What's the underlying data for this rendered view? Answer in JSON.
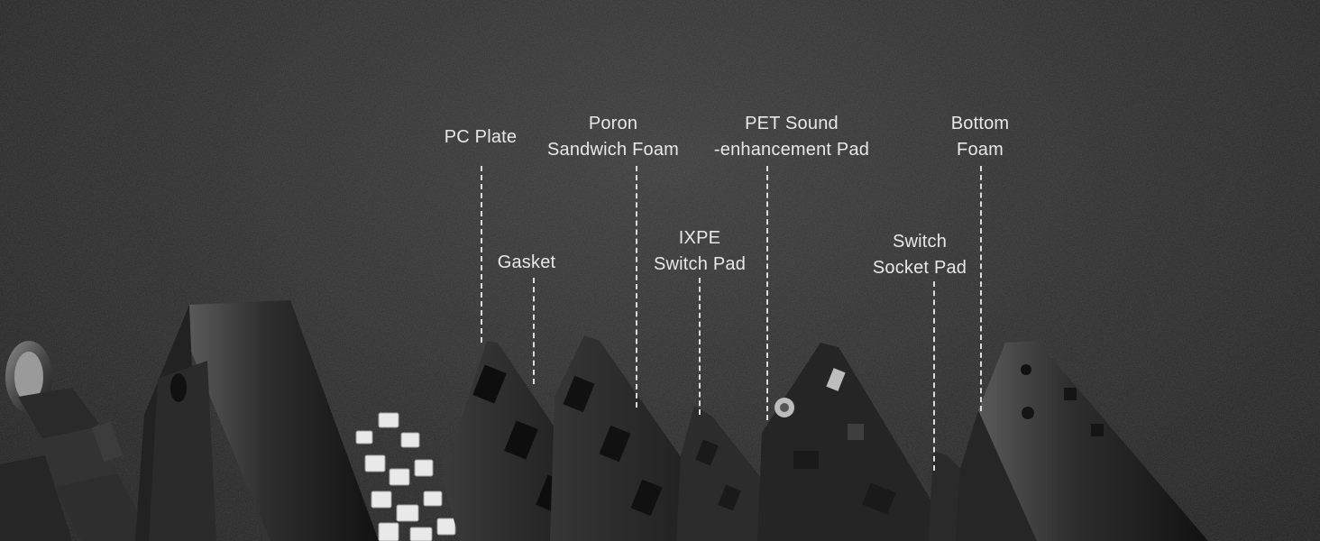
{
  "labels": {
    "pc_plate": [
      "PC Plate"
    ],
    "poron": [
      "Poron",
      "Sandwich Foam"
    ],
    "pet": [
      "PET Sound",
      "-enhancement Pad"
    ],
    "bottom_foam": [
      "Bottom",
      "Foam"
    ],
    "gasket": [
      "Gasket"
    ],
    "ixpe": [
      "IXPE",
      "Switch Pad"
    ],
    "switch_socket": [
      "Switch",
      "Socket Pad"
    ]
  },
  "colors": {
    "background": "#2a2a2a",
    "label_text": "#e8e8e8",
    "leader_line": "#dcdcdc",
    "switch_white": "#e9e9e9"
  },
  "icons": {
    "keycaps": "keycaps-graphic",
    "case_frame": "case-frame-graphic",
    "switches": "switches-graphic",
    "layers": "layer-plate-graphic"
  }
}
